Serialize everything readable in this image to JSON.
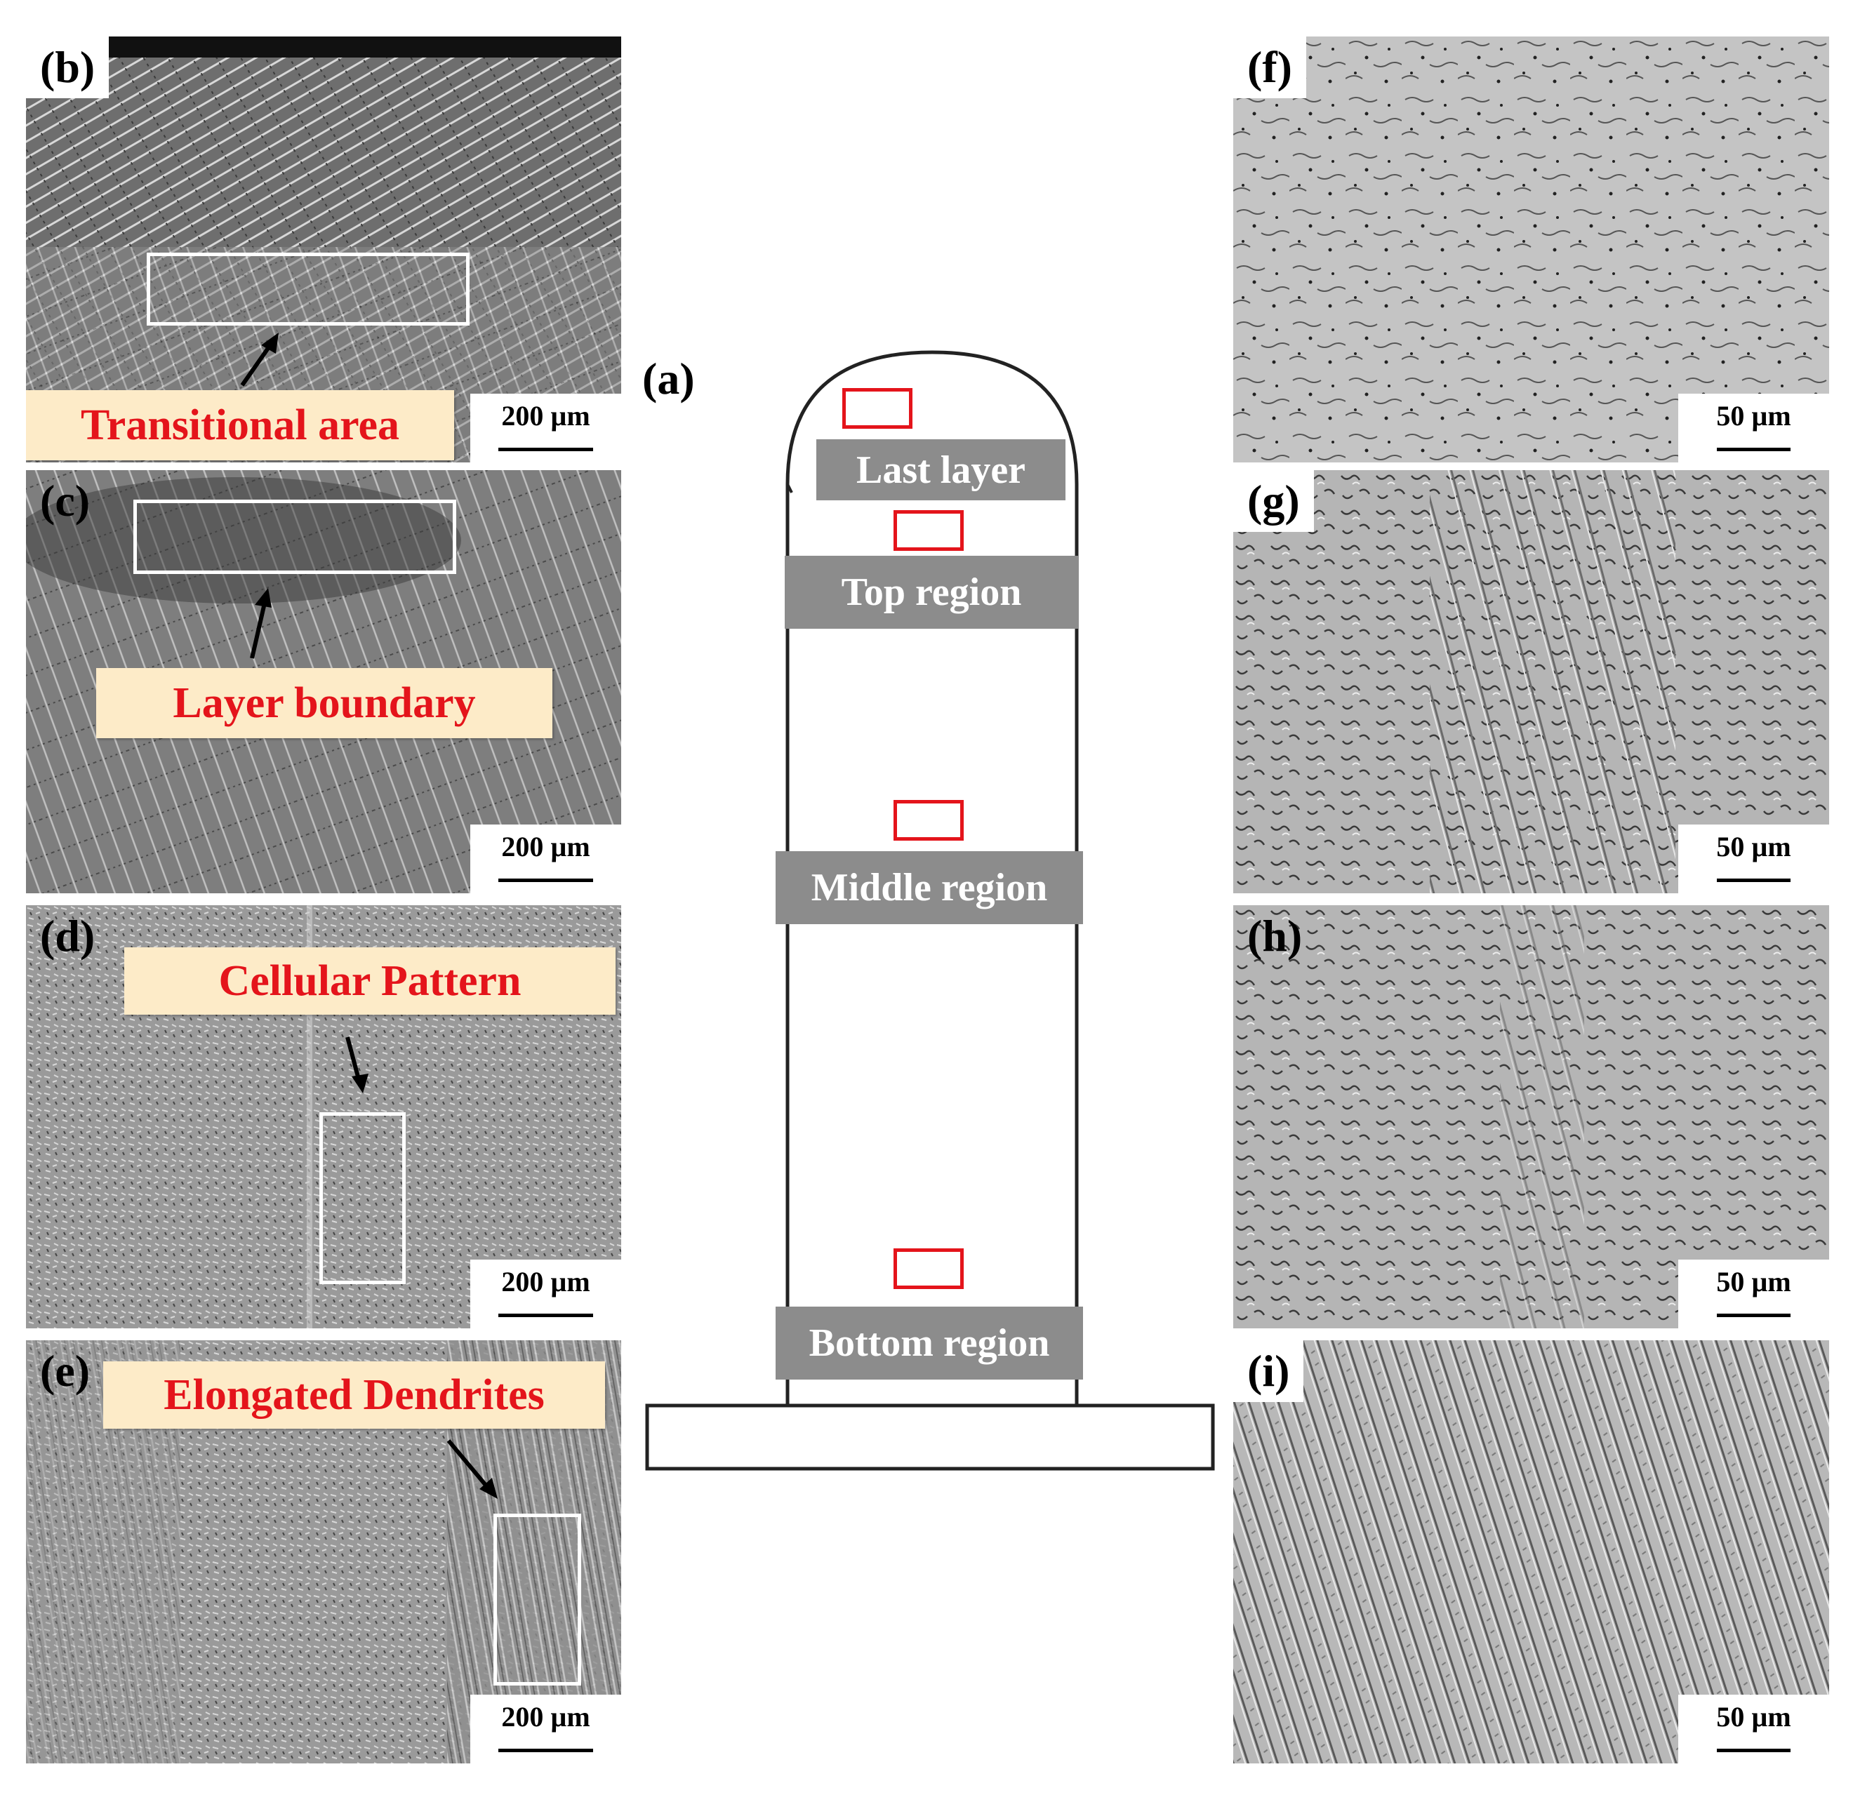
{
  "panels": {
    "a": {
      "label": "(a)"
    },
    "b": {
      "label": "(b)",
      "scale": "200 µm",
      "callout": "Transitional area"
    },
    "c": {
      "label": "(c)",
      "scale": "200 µm",
      "callout": "Layer boundary"
    },
    "d": {
      "label": "(d)",
      "scale": "200 µm",
      "callout": "Cellular Pattern"
    },
    "e": {
      "label": "(e)",
      "scale": "200 µm",
      "callout": "Elongated Dendrites"
    },
    "f": {
      "label": "(f)",
      "scale": "50 µm"
    },
    "g": {
      "label": "(g)",
      "scale": "50 µm"
    },
    "h": {
      "label": "(h)",
      "scale": "50 µm"
    },
    "i": {
      "label": "(i)",
      "scale": "50 µm"
    }
  },
  "schematic": {
    "regions": [
      "Last layer",
      "Top region",
      "Middle region",
      "Bottom region"
    ]
  },
  "colors": {
    "callout_bg": "#fdebc8",
    "callout_text": "#e4141b",
    "region_bg": "#8c8c8c",
    "marker_red": "#e4141b"
  }
}
